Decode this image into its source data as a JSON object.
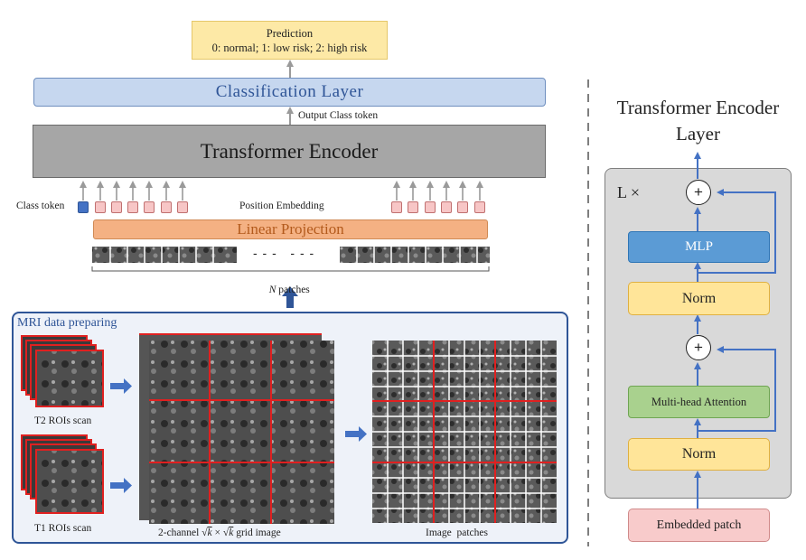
{
  "prediction": {
    "title": "Prediction",
    "classes": "0: normal;  1: low risk;  2: high risk"
  },
  "classification_layer": "Classification Layer",
  "output_class_token": "Output  Class token",
  "transformer_encoder": "Transformer Encoder",
  "class_token": "Class token",
  "position_embedding": "Position Embedding",
  "linear_projection": "Linear Projection",
  "patch_gap": "- - -   - - -",
  "n_patches": {
    "n": "N",
    "rest": " patches"
  },
  "mri_panel": {
    "title": "MRI data preparing",
    "t2_label": "T2 ROIs scan",
    "t1_label": "T1 ROIs scan",
    "grid_label_prefix": "2-channel ",
    "grid_label_k": "k",
    "grid_label_times": " × ",
    "grid_label_suffix": " grid image",
    "patches_label": "Image  patches"
  },
  "encoder_layer": {
    "title_line1": "Transformer Encoder",
    "title_line2": "Layer",
    "repeat": "L ×",
    "add_symbol": "+",
    "mlp": "MLP",
    "norm_top": "Norm",
    "attention": "Multi-head Attention",
    "norm_bottom": "Norm",
    "embedded_patch": "Embedded patch"
  },
  "colors": {
    "prediction_fill": "#fde9a6",
    "classification_fill": "#c6d7ef",
    "encoder_fill": "#a6a6a6",
    "linear_fill": "#f4b183",
    "token_pink": "#f7c6c6",
    "class_token_blue": "#4472c4",
    "panel_fill": "#eef2f9",
    "panel_border": "#2f5597",
    "layer_fill": "#d9d9d9",
    "mlp_fill": "#5b9bd5",
    "norm_fill": "#ffe599",
    "attention_fill": "#a9d18e",
    "embed_fill": "#f8cbcb",
    "grid_red": "#e02020",
    "arrow_blue": "#4472c4"
  }
}
